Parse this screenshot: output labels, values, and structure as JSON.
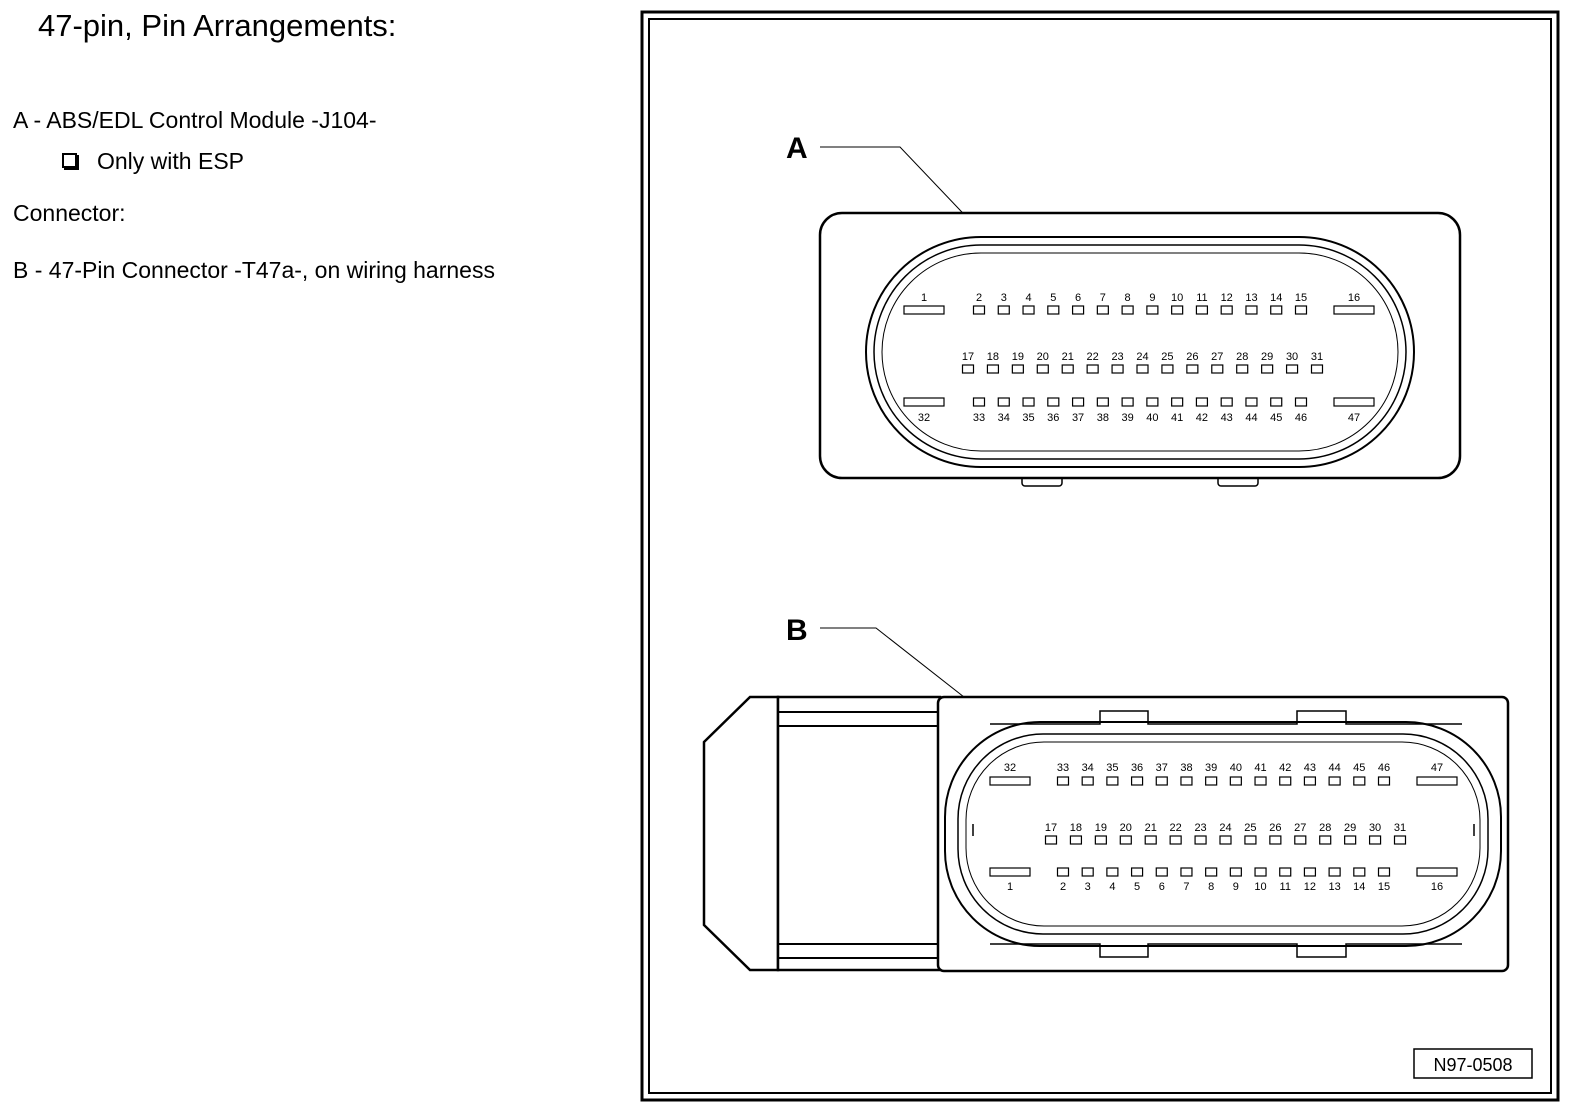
{
  "document": {
    "title": "47-pin, Pin Arrangements:",
    "item_a": "A - ABS/EDL Control Module -J104-",
    "item_a_note": "Only with ESP",
    "connector_heading": "Connector:",
    "item_b": "B - 47-Pin Connector -T47a-, on wiring harness"
  },
  "figure": {
    "label_a": "A",
    "label_b": "B",
    "figure_id": "N97-0508",
    "connector_a": {
      "row_top_left": "1",
      "row_top": [
        "2",
        "3",
        "4",
        "5",
        "6",
        "7",
        "8",
        "9",
        "10",
        "11",
        "12",
        "13",
        "14",
        "15"
      ],
      "row_top_right": "16",
      "row_mid": [
        "17",
        "18",
        "19",
        "20",
        "21",
        "22",
        "23",
        "24",
        "25",
        "26",
        "27",
        "28",
        "29",
        "30",
        "31"
      ],
      "row_bottom_left": "32",
      "row_bottom": [
        "33",
        "34",
        "35",
        "36",
        "37",
        "38",
        "39",
        "40",
        "41",
        "42",
        "43",
        "44",
        "45",
        "46"
      ],
      "row_bottom_right": "47"
    },
    "connector_b": {
      "row_top_left": "32",
      "row_top": [
        "33",
        "34",
        "35",
        "36",
        "37",
        "38",
        "39",
        "40",
        "41",
        "42",
        "43",
        "44",
        "45",
        "46"
      ],
      "row_top_right": "47",
      "row_mid": [
        "17",
        "18",
        "19",
        "20",
        "21",
        "22",
        "23",
        "24",
        "25",
        "26",
        "27",
        "28",
        "29",
        "30",
        "31"
      ],
      "row_bottom_left": "1",
      "row_bottom": [
        "2",
        "3",
        "4",
        "5",
        "6",
        "7",
        "8",
        "9",
        "10",
        "11",
        "12",
        "13",
        "14",
        "15"
      ],
      "row_bottom_right": "16"
    }
  }
}
